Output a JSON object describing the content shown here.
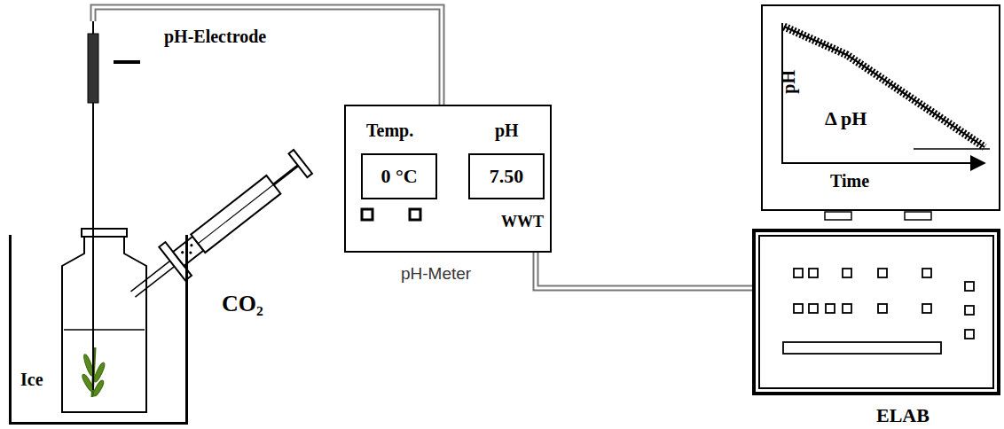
{
  "diagram": {
    "nodes": [
      {
        "text": [
          "Ice"
        ]
      },
      {
        "text": [
          "WWT",
          "pH-Meter"
        ]
      },
      {
        "text": [
          "Temp.",
          "0 °C"
        ],
        "in": 1
      },
      {
        "text": [
          "pH",
          "7.50"
        ],
        "in": 1
      },
      {
        "text": [
          "pH",
          "Δ pH",
          "Time"
        ]
      },
      {
        "text": [
          "ELAB"
        ]
      }
    ],
    "edges": [
      {
        "from": 1,
        "to": 5,
        "arrow": "none"
      }
    ],
    "labels": [
      "pH-Electrode",
      "CO₂"
    ]
  }
}
